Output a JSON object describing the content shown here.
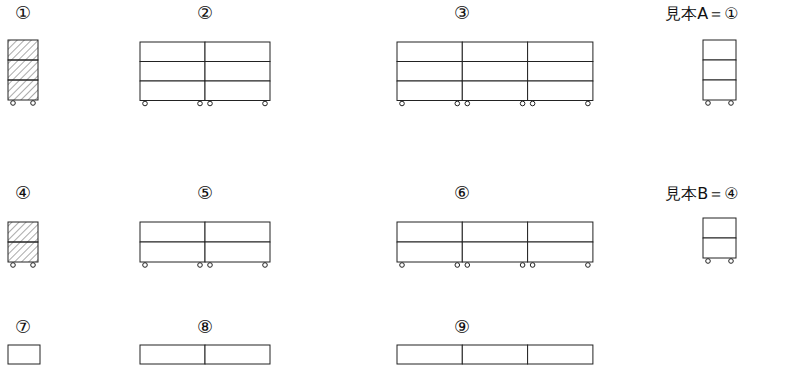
{
  "diagram": {
    "labels": [
      "①",
      "②",
      "③",
      "見本A＝①",
      "④",
      "⑤",
      "⑥",
      "見本B＝④",
      "⑦",
      "⑧",
      "⑨"
    ]
  }
}
